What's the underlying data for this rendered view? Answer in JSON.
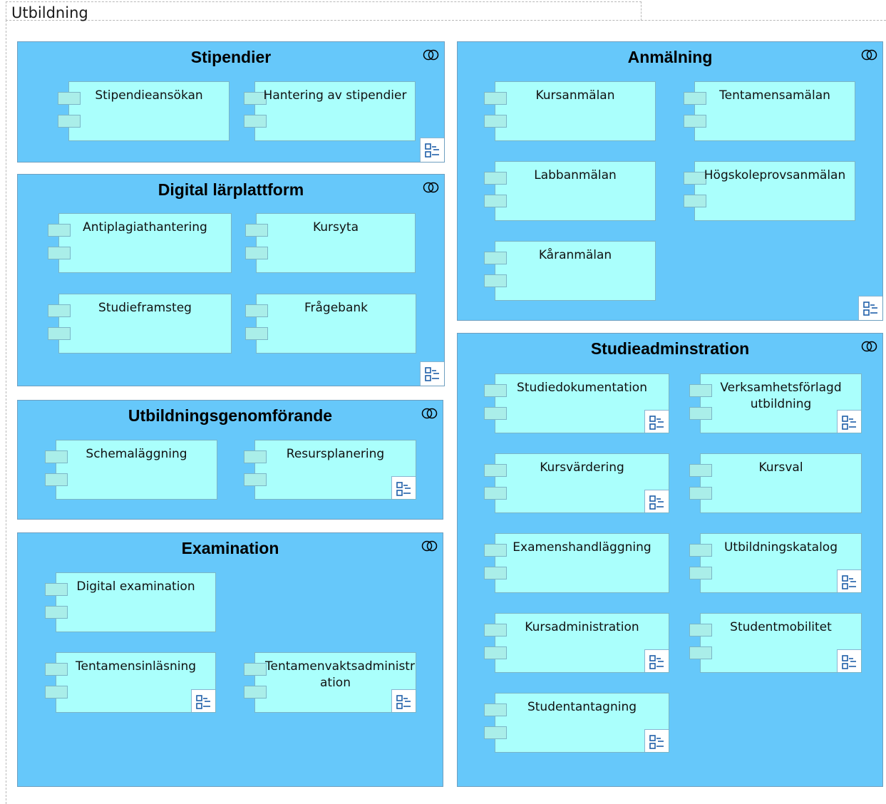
{
  "title": "Utbildning",
  "groups": [
    {
      "title": "Stipendier",
      "components": [
        {
          "label": "Stipendieansökan"
        },
        {
          "label": "Hantering av stipendier"
        }
      ]
    },
    {
      "title": "Digital lärplattform",
      "components": [
        {
          "label": "Antiplagiathantering"
        },
        {
          "label": "Kursyta"
        },
        {
          "label": "Studieframsteg"
        },
        {
          "label": "Frågebank"
        }
      ]
    },
    {
      "title": "Utbildningsgenomförande",
      "components": [
        {
          "label": "Schemaläggning"
        },
        {
          "label": "Resursplanering"
        }
      ]
    },
    {
      "title": "Examination",
      "components": [
        {
          "label": "Digital examination"
        },
        {
          "label": "Tentamensinläsning"
        },
        {
          "label": "Tentamenvaktsadministr ation"
        }
      ]
    },
    {
      "title": "Anmälning",
      "components": [
        {
          "label": "Kursanmälan"
        },
        {
          "label": "Tentamensamälan"
        },
        {
          "label": "Labbanmälan"
        },
        {
          "label": "Högskoleprovsanmälan"
        },
        {
          "label": "Kåranmälan"
        }
      ]
    },
    {
      "title": "Studieadminstration",
      "components": [
        {
          "label": "Studiedokumentation"
        },
        {
          "label": "Verksamhetsförlagd utbildning"
        },
        {
          "label": "Kursvärdering"
        },
        {
          "label": "Kursval"
        },
        {
          "label": "Examenshandläggning"
        },
        {
          "label": "Utbildningskatalog"
        },
        {
          "label": "Kursadministration"
        },
        {
          "label": "Studentmobilitet"
        },
        {
          "label": "Studentantagning"
        }
      ]
    }
  ],
  "colors": {
    "group_fill": "#66c8fa",
    "component_fill": "#aafffc"
  },
  "icons": {
    "group_corner": "collaboration-icon",
    "model_reference": "model-reference-icon",
    "component": "component-tab-icon"
  }
}
